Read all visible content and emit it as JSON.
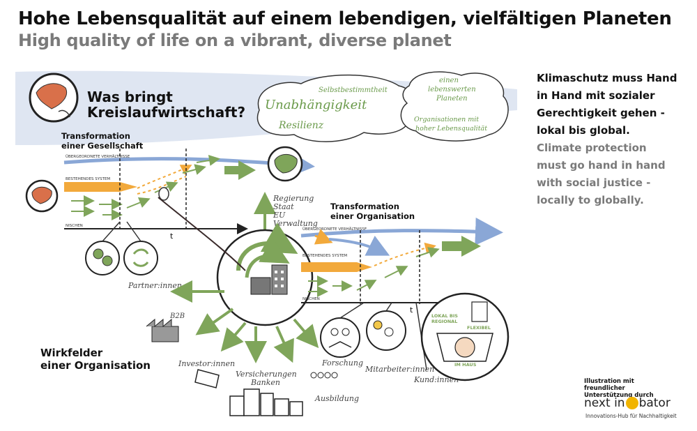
{
  "title_de": "Hohe Lebensqualität auf einem lebendigen, vielfältigen Planeten",
  "title_en": "High quality of life on a vibrant, diverse planet",
  "side_de": "Klimaschutz muss Hand in Hand mit sozialer Gerechtigkeit gehen - lokal bis global.",
  "side_en": "Climate protection must go hand in hand with social justice - locally to globally.",
  "illustration": {
    "question_line1": "Was bringt",
    "question_line2": "Kreislaufwirtschaft?",
    "clouds": {
      "selbstbestimmtheit": "Selbstbestimmtheit",
      "unabhaengigkeit": "Unabhängigkeit",
      "resilienz": "Resilienz",
      "lebenswert_1": "einen",
      "lebenswert_2": "lebenswerten",
      "lebenswert_3": "Planeten",
      "organisationen_1": "Organisationen mit",
      "organisationen_2": "hoher Lebensqualität"
    },
    "transformation_gesellschaft_1": "Transformation",
    "transformation_gesellschaft_2": "einer Gesellschaft",
    "transformation_organisation_1": "Transformation",
    "transformation_organisation_2": "einer Organisation",
    "uebergeordnete_1": "ÜBERGEORDNETE VERHÄLTNISSE",
    "bestehendes_1": "BESTEHENDES SYSTEM",
    "nischen_1": "NISCHEN",
    "uebergeordnete_2": "ÜBERGEORDNETE VERHÄLTNISSE",
    "bestehendes_2": "BESTEHENDES SYSTEM",
    "nischen_2": "NISCHEN",
    "t_label_1": "t",
    "t_label_2": "t",
    "regierung_1": "Regierung",
    "regierung_2": "Staat",
    "regierung_3": "EU",
    "regierung_4": "Verwaltung",
    "partner": "Partner:innen",
    "b2b": "B2B",
    "wirkfelder_1": "Wirkfelder",
    "wirkfelder_2": "einer Organisation",
    "investor": "Investor:innen",
    "versicherungen_1": "Versicherungen",
    "versicherungen_2": "Banken",
    "ausbildung": "Ausbildung",
    "forschung": "Forschung",
    "mitarbeiter": "Mitarbeiter:innen",
    "kund": "Kund:innen",
    "lokal_1": "LOKAL BIS",
    "lokal_2": "REGIONAL",
    "flexibel": "FLEXIBEL",
    "im_haus": "IM HAUS"
  },
  "credit": "Illustration mit freundlicher Unterstützung durch",
  "logo_part1": "next in",
  "logo_part2": "bator",
  "logo_sub": "Innovations-Hub für Nachhaltigkeit",
  "colors": {
    "green": "#7fa55a",
    "orange": "#f2a93b",
    "blue": "#8aa7d6",
    "sky": "#dfe6f2"
  }
}
